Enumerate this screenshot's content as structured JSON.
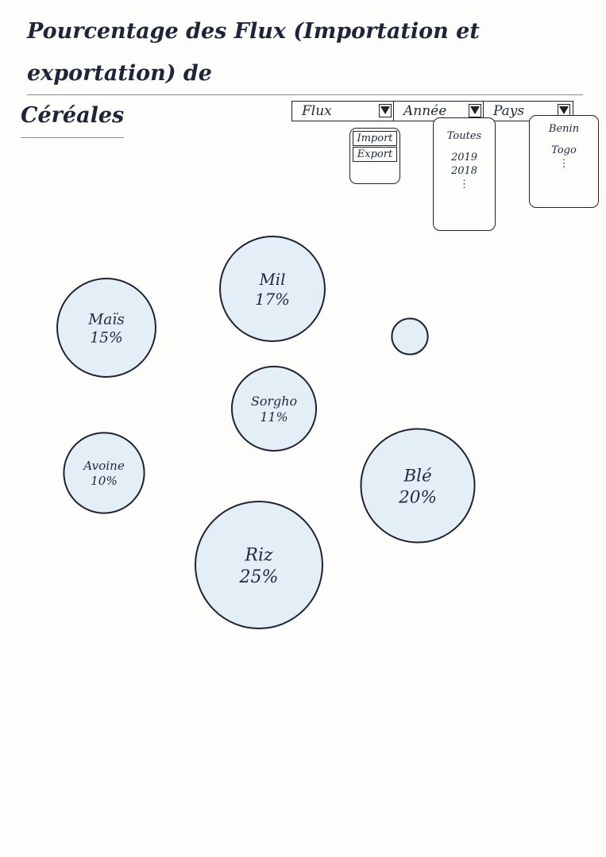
{
  "title": {
    "line1": "Pourcentage des Flux (Importation et exportation) de",
    "line2": "Céréales"
  },
  "filters": [
    {
      "label": "Flux",
      "options": [
        "Import",
        "Export"
      ]
    },
    {
      "label": "Année",
      "options": [
        "Toutes",
        "2019",
        "2018"
      ],
      "more": "⋮"
    },
    {
      "label": "Pays",
      "options": [
        "Benin",
        "Togo"
      ],
      "more": "⋮"
    }
  ],
  "colors": {
    "bubble_fill": "#e3eef7",
    "stroke": "#1e2233",
    "ink": "#1f2a3d"
  },
  "chart_data": {
    "type": "bubble",
    "series": [
      {
        "label": "Maïs",
        "value": 15,
        "display": "15%"
      },
      {
        "label": "Mil",
        "value": 17,
        "display": "17%"
      },
      {
        "label": "Sorgho",
        "value": 11,
        "display": "11%"
      },
      {
        "label": "Avoine",
        "value": 10,
        "display": "10%"
      },
      {
        "label": "Blé",
        "value": 20,
        "display": "20%"
      },
      {
        "label": "Riz",
        "value": 25,
        "display": "25%"
      },
      {
        "label": "",
        "value": 2,
        "display": ""
      }
    ]
  }
}
